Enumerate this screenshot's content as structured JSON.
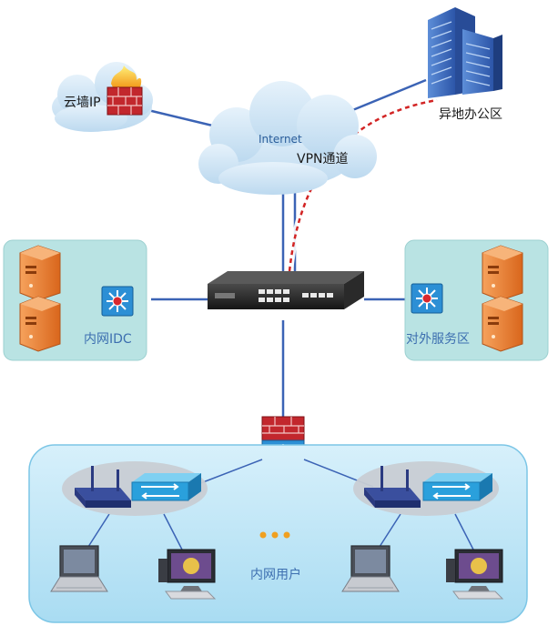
{
  "labels": {
    "cloud_firewall": "云墙IP",
    "internet": "Internet",
    "vpn_tunnel": "VPN通道",
    "remote_office": "异地办公区",
    "idc_zone": "内网IDC",
    "public_service_zone": "对外服务区",
    "lan_users": "内网用户"
  },
  "icons": {
    "firewall": "firewall-icon",
    "building": "office-building-icon",
    "cloud": "cloud-icon",
    "core_switch": "rack-switch-icon",
    "server": "server-icon",
    "l3_switch": "layer3-switch-icon",
    "router": "wireless-router-icon",
    "access_switch": "access-switch-icon",
    "laptop": "laptop-icon",
    "desktop": "desktop-computer-icon",
    "ellipsis": "ellipsis-dots-icon"
  },
  "colors": {
    "link": "#3b63b5",
    "vpn_line": "#d22424",
    "zone_fill": "#b9e3e3",
    "lan_fill": "#bfe6f5",
    "server_orange": "#e8762a",
    "firewall_red": "#c2272d",
    "switch_blue": "#1f8ed6",
    "dots": "#f0a020"
  }
}
